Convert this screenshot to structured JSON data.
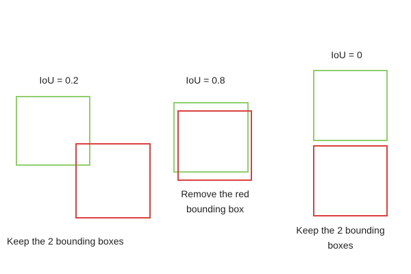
{
  "colors": {
    "keep_box": "#8fcf6b",
    "suppressed_box": "#d9403e"
  },
  "examples": [
    {
      "label": "IoU = 0.2",
      "caption": "Keep the 2 bounding boxes"
    },
    {
      "label": "IoU = 0.8",
      "caption_line1": "Remove the red",
      "caption_line2": "bounding box"
    },
    {
      "label": "IoU = 0",
      "caption_line1": "Keep the 2 bounding",
      "caption_line2": "boxes"
    }
  ]
}
